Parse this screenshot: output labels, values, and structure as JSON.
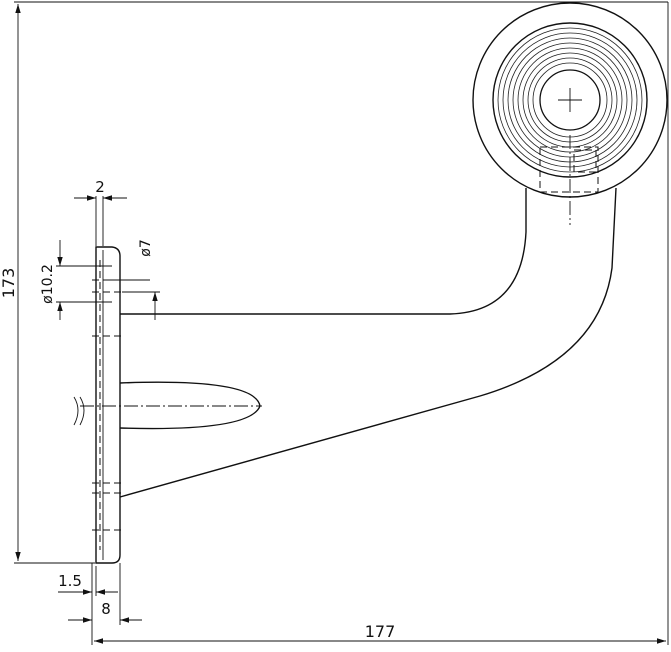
{
  "drawing": {
    "dimensions": {
      "total_height": "173",
      "total_width": "177",
      "plate_thickness": "2",
      "bore_small": "ø7",
      "bore_large": "ø10.2",
      "offset": "1.5",
      "base_width": "8"
    }
  }
}
